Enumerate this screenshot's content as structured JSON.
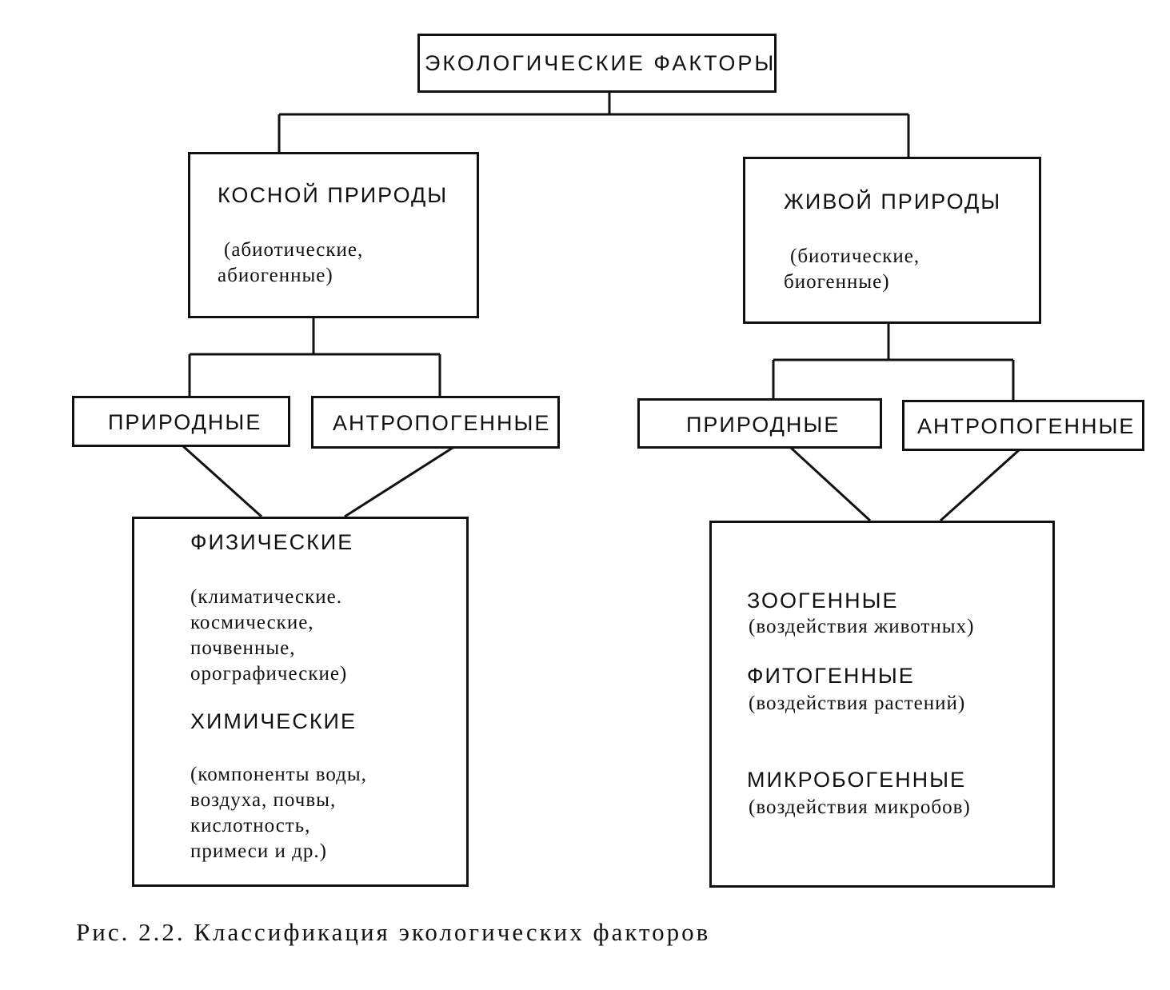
{
  "root": {
    "label": "ЭКОЛОГИЧЕСКИЕ ФАКТОРЫ"
  },
  "left": {
    "label": "КОСНОЙ ПРИРОДЫ",
    "note_line1": "(абиотические,",
    "note_line2": "абиогенные)",
    "natural": "ПРИРОДНЫЕ",
    "anthropogenic": "АНТРОПОГЕННЫЕ",
    "physical": "ФИЗИЧЕСКИЕ",
    "physical_notes": [
      "(климатические.",
      "космические,",
      "почвенные,",
      "орографические)"
    ],
    "chemical": "ХИМИЧЕСКИЕ",
    "chemical_notes": [
      "(компоненты воды,",
      "воздуха, почвы,",
      "кислотность,",
      "примеси и др.)"
    ]
  },
  "right": {
    "label": "ЖИВОЙ ПРИРОДЫ",
    "note_line1": "(биотические,",
    "note_line2": "биогенные)",
    "natural": "ПРИРОДНЫЕ",
    "anthropogenic": "АНТРОПОГЕННЫЕ",
    "zoo": "ЗООГЕННЫЕ",
    "zoo_note": "(воздействия животных)",
    "phyto": "ФИТОГЕННЫЕ",
    "phyto_note": "(воздействия растений)",
    "micro": "МИКРОБОГЕННЫЕ",
    "micro_note": "(воздействия микробов)"
  },
  "caption": "Рис. 2.2. Классификация экологических факторов"
}
